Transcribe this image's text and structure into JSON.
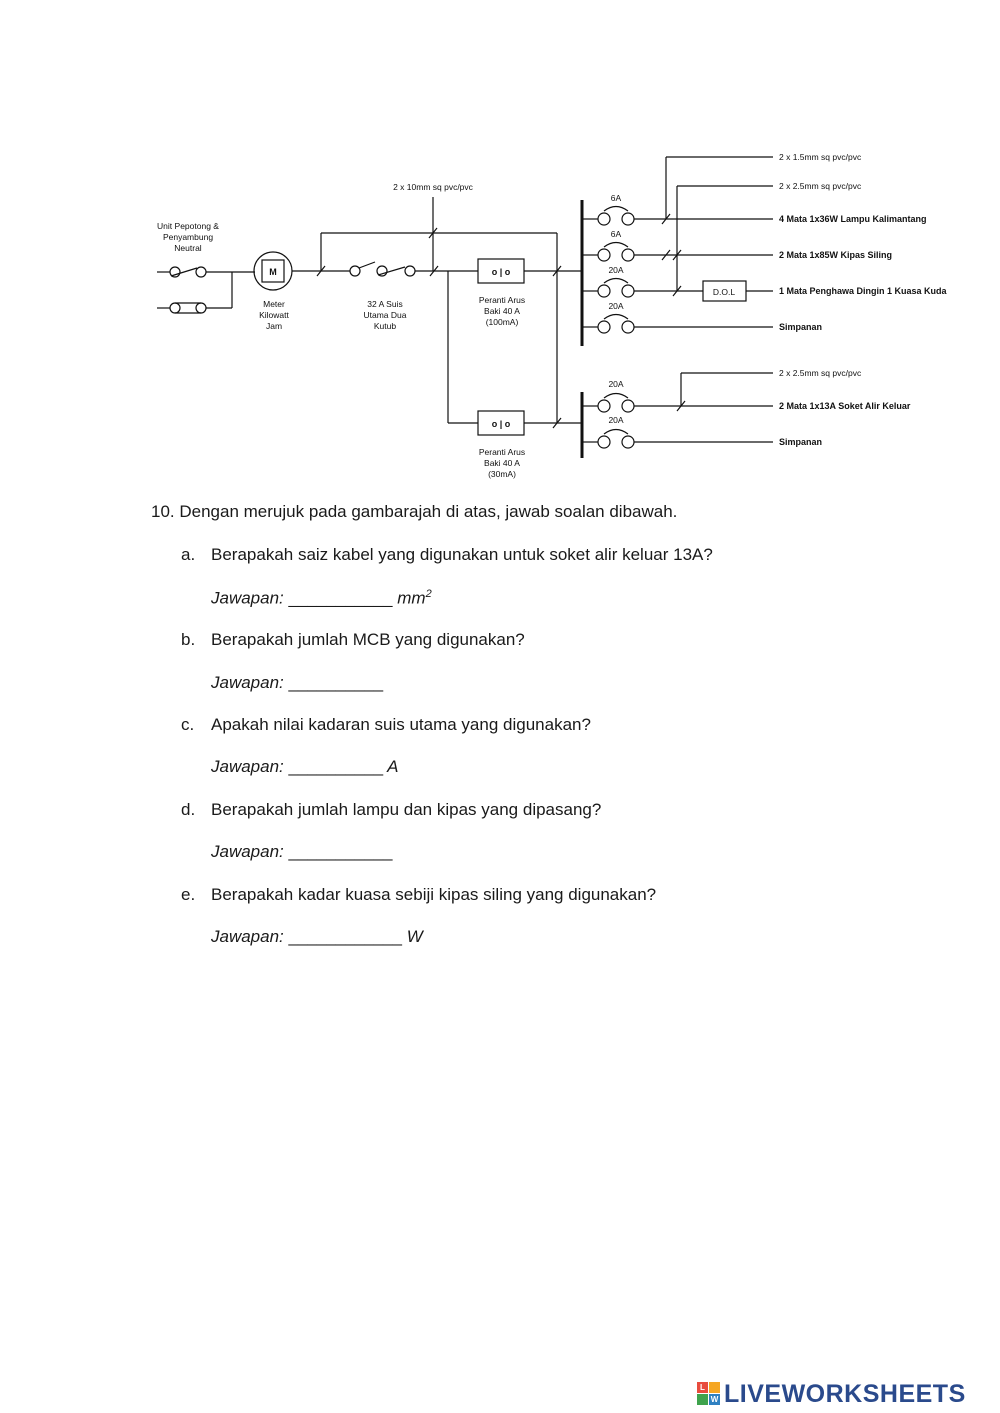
{
  "diagram": {
    "incoming_label": [
      "Unit Pepotong &",
      "Penyambung",
      "Neutral"
    ],
    "meter_symbol": "M",
    "meter_label": [
      "Meter",
      "Kilowatt",
      "Jam"
    ],
    "main_switch_label": [
      "32 A Suis",
      "Utama Dua",
      "Kutub"
    ],
    "main_cable": "2 x 10mm sq pvc/pvc",
    "rccb1_symbol": "o | o",
    "rccb1_label": [
      "Peranti Arus",
      "Baki 40 A",
      "(100mA)"
    ],
    "rccb2_symbol": "o | o",
    "rccb2_label": [
      "Peranti Arus",
      "Baki 40 A",
      "(30mA)"
    ],
    "dol_label": "D.O.L",
    "upper_cables": [
      "2 x 1.5mm sq pvc/pvc",
      "2 x 2.5mm sq pvc/pvc"
    ],
    "upper_ratings": [
      "6A",
      "6A",
      "20A",
      "20A"
    ],
    "upper_circuits": [
      "4 Mata 1x36W Lampu Kalimantang",
      "2 Mata 1x85W Kipas Siling",
      "1 Mata Penghawa Dingin 1 Kuasa Kuda",
      "Simpanan"
    ],
    "lower_cable": "2 x 2.5mm sq pvc/pvc",
    "lower_ratings": [
      "20A",
      "20A"
    ],
    "lower_circuits": [
      "2 Mata 1x13A Soket Alir Keluar",
      "Simpanan"
    ]
  },
  "questions": {
    "title": "10. Dengan merujuk pada gambarajah di atas, jawab soalan dibawah.",
    "answer_label": "Jawapan:",
    "items": [
      {
        "letter": "a.",
        "text": "Berapakah saiz kabel yang digunakan untuk soket alir keluar 13A?",
        "blank": "___________",
        "unit": "mm",
        "unit_sup": "2"
      },
      {
        "letter": "b.",
        "text": "Berapakah jumlah MCB yang digunakan?",
        "blank": "__________",
        "unit": ""
      },
      {
        "letter": "c.",
        "text": "Apakah nilai kadaran suis utama yang digunakan?",
        "blank": "__________",
        "unit": "A"
      },
      {
        "letter": "d.",
        "text": "Berapakah jumlah lampu dan kipas yang dipasang?",
        "blank": "___________",
        "unit": ""
      },
      {
        "letter": "e.",
        "text": "Berapakah kadar kuasa sebiji kipas siling yang digunakan?",
        "blank": "____________",
        "unit": "W"
      }
    ]
  },
  "brand": {
    "logo_letters": [
      "L",
      "W"
    ],
    "name": "LIVEWORKSHEETS",
    "color": "#2a4a8c"
  }
}
